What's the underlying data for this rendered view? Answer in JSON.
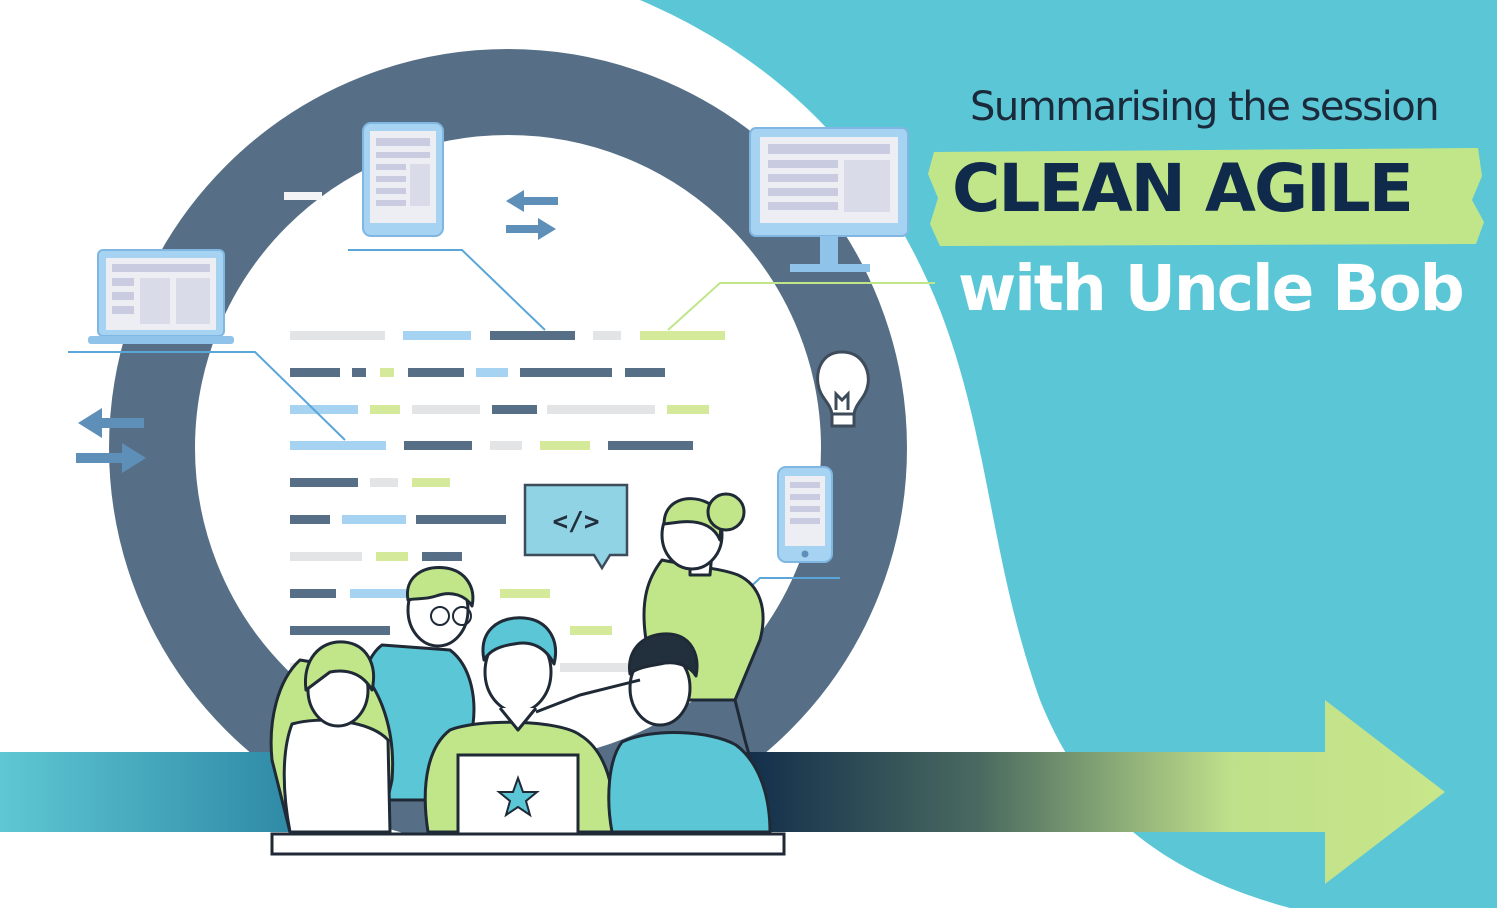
{
  "banner": {
    "subtitle": "Summarising the session",
    "title": "CLEAN AGILE",
    "byline": "with Uncle Bob"
  },
  "illustration": {
    "code_bubble": "</>",
    "icons": [
      "laptop-icon",
      "tablet-icon",
      "desktop-icon",
      "lightbulb-icon",
      "phone-icon",
      "swap-arrows-icon",
      "code-bubble-icon",
      "star-icon"
    ]
  },
  "colors": {
    "teal_bg": "#5bc6d6",
    "ring": "#566f86",
    "highlight_green": "#c1e68a",
    "navy_text": "#0f2a4a",
    "arrow_navy": "#0e2a4a",
    "arrow_green": "#c8e68a",
    "code_light_blue": "#a6d3f2",
    "code_gray": "#e2e4e6",
    "code_green": "#d4e99a"
  }
}
